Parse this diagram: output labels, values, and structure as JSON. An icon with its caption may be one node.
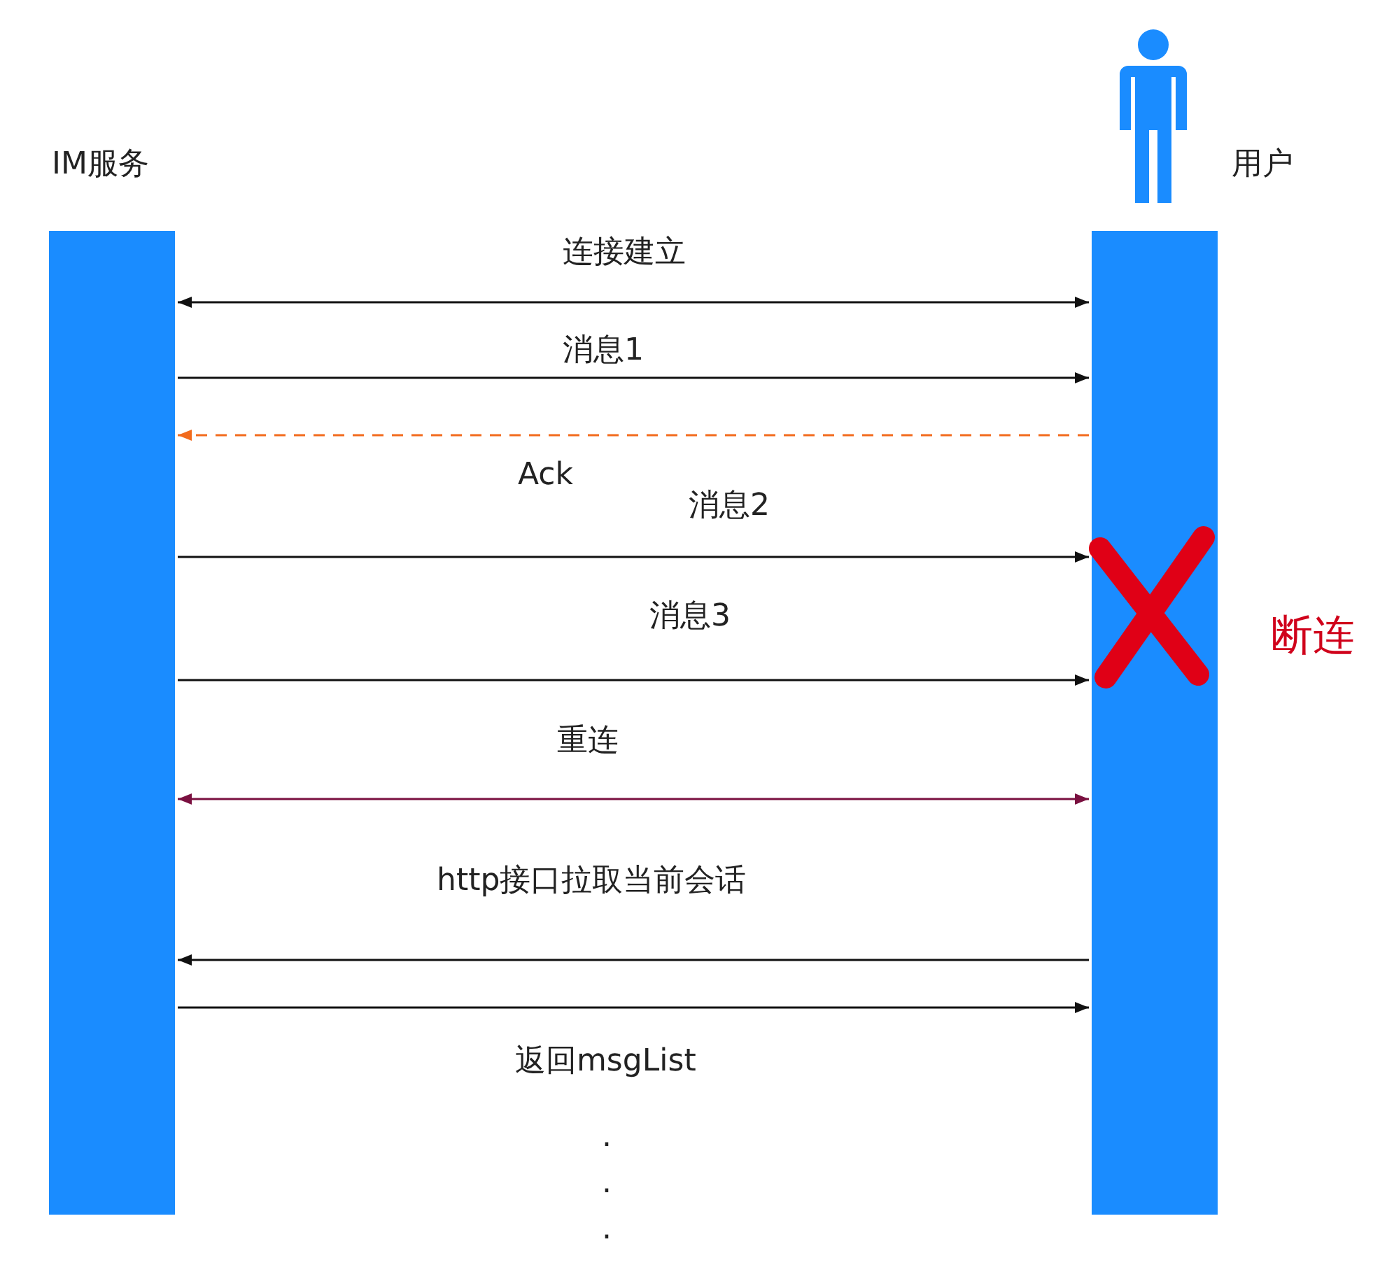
{
  "diagram": {
    "nodes": [
      {
        "text": [
          "IM服务"
        ]
      },
      {
        "text": [
          "用户"
        ]
      }
    ],
    "edges": [
      {
        "from": 0,
        "to": 1,
        "arrow": "both",
        "label": "连接建立"
      },
      {
        "from": 0,
        "to": 1,
        "arrow": "to",
        "label": "消息1"
      },
      {
        "from": 1,
        "to": 0,
        "arrow": "to",
        "label": "Ack",
        "style": "dashed",
        "color": "#f26b1d"
      },
      {
        "from": 0,
        "to": 1,
        "arrow": "to",
        "label": "消息2"
      },
      {
        "from": 0,
        "to": 1,
        "arrow": "to",
        "label": "消息3"
      },
      {
        "from": 0,
        "to": 1,
        "arrow": "both",
        "label": "重连",
        "color": "#7a1040"
      },
      {
        "from": 1,
        "to": 0,
        "arrow": "to",
        "label": "http接口拉取当前会话"
      },
      {
        "from": 0,
        "to": 1,
        "arrow": "to",
        "label": "返回msgList"
      }
    ],
    "labels": [
      "断连",
      ".",
      ".",
      "."
    ]
  }
}
